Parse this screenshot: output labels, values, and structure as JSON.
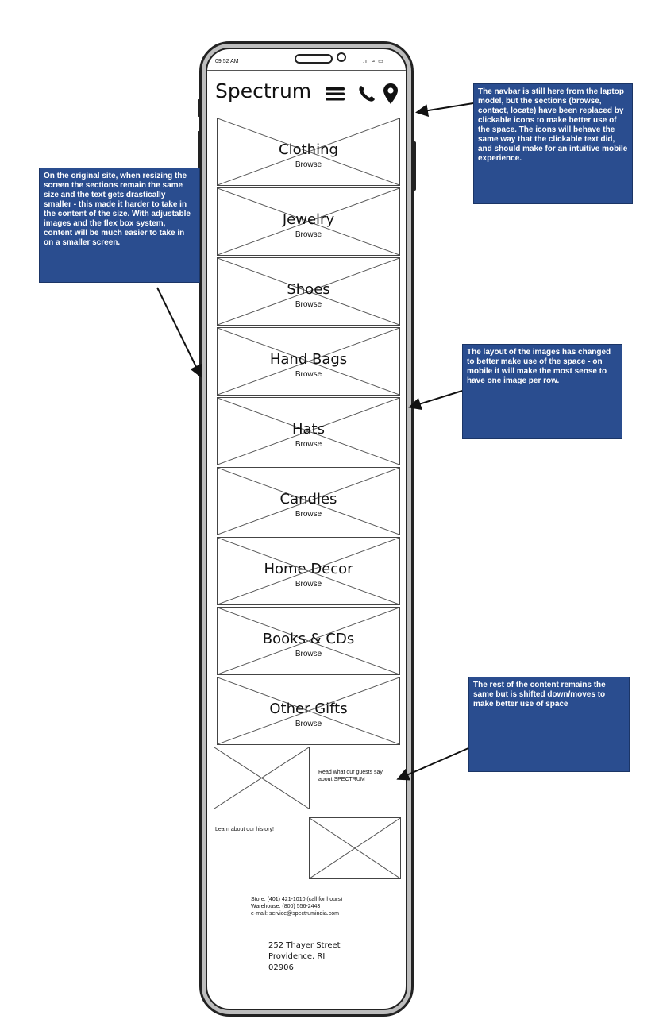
{
  "status": {
    "time": "09:52 AM",
    "icons": ".ıl ≈ ▭"
  },
  "header": {
    "brand": "Spectrum"
  },
  "categories": [
    {
      "title": "Clothing",
      "subtitle": "Browse"
    },
    {
      "title": "Jewelry",
      "subtitle": "Browse"
    },
    {
      "title": "Shoes",
      "subtitle": "Browse"
    },
    {
      "title": "Hand Bags",
      "subtitle": "Browse"
    },
    {
      "title": "Hats",
      "subtitle": "Browse"
    },
    {
      "title": "Candles",
      "subtitle": "Browse"
    },
    {
      "title": "Home Decor",
      "subtitle": "Browse"
    },
    {
      "title": "Books & CDs",
      "subtitle": "Browse"
    },
    {
      "title": "Other Gifts",
      "subtitle": "Browse"
    }
  ],
  "guests": {
    "text": "Read what our guests say about SPECTRUM"
  },
  "history": {
    "text": "Learn about our history!"
  },
  "contact": {
    "store": "Store: (401) 421-1010 (call for hours)",
    "warehouse": "Warehouse: (800) 556-2443",
    "email": "e-mail: service@spectrumindia.com"
  },
  "address": {
    "street": "252 Thayer Street",
    "city": "Providence, RI",
    "zip": "02906"
  },
  "notes": {
    "left": "On the original site, when resizing the screen the sections remain the same size and the text gets drastically smaller - this made it harder to take in the content of the size. With adjustable images and the flex box system, content will be much easier to take in on a smaller screen.",
    "navbar": "The navbar is still here from the laptop model, but the sections (browse, contact, locate) have been replaced by clickable icons to make better use of the space. The icons will behave the same way that the clickable text did, and should make for an intuitive mobile experience.",
    "layout": "The layout of the images has changed to better make use of the space - on mobile it will make the most sense to have one image per row.",
    "rest": "The rest of the content remains the same but is shifted down/moves to make better use of space"
  },
  "colors": {
    "note_bg": "#2a4d8f",
    "frame": "#bdbdbd"
  }
}
